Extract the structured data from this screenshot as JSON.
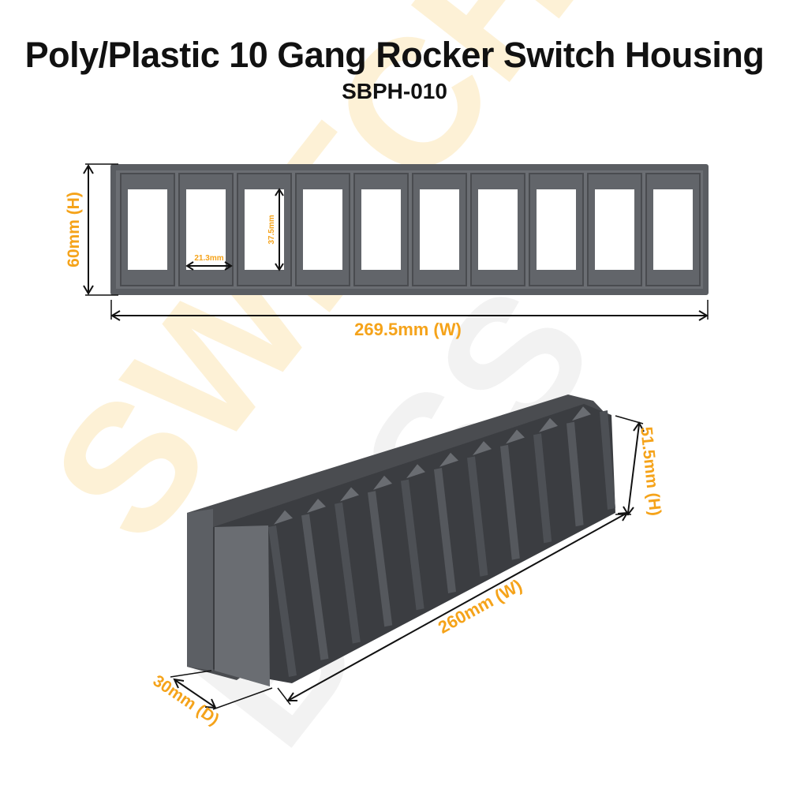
{
  "title": "Poly/Plastic 10 Gang Rocker Switch Housing",
  "model": "SBPH-010",
  "colors": {
    "accent": "#f5a31a",
    "housing": "#5a5d62",
    "housing_dark": "#3a3c40",
    "watermark": "#fdf1d6",
    "watermark_grey": "#f1f1f1"
  },
  "watermark": [
    "SWITCH",
    "BOSS"
  ],
  "front_view": {
    "gangs": 10,
    "dims": {
      "height": "60mm (H)",
      "width": "269.5mm (W)",
      "opening_width": "21.3mm",
      "opening_height": "37.5mm"
    }
  },
  "perspective_view": {
    "gangs": 10,
    "dims": {
      "height": "51.5mm (H)",
      "width": "260mm (W)",
      "depth": "30mm (D)"
    }
  }
}
